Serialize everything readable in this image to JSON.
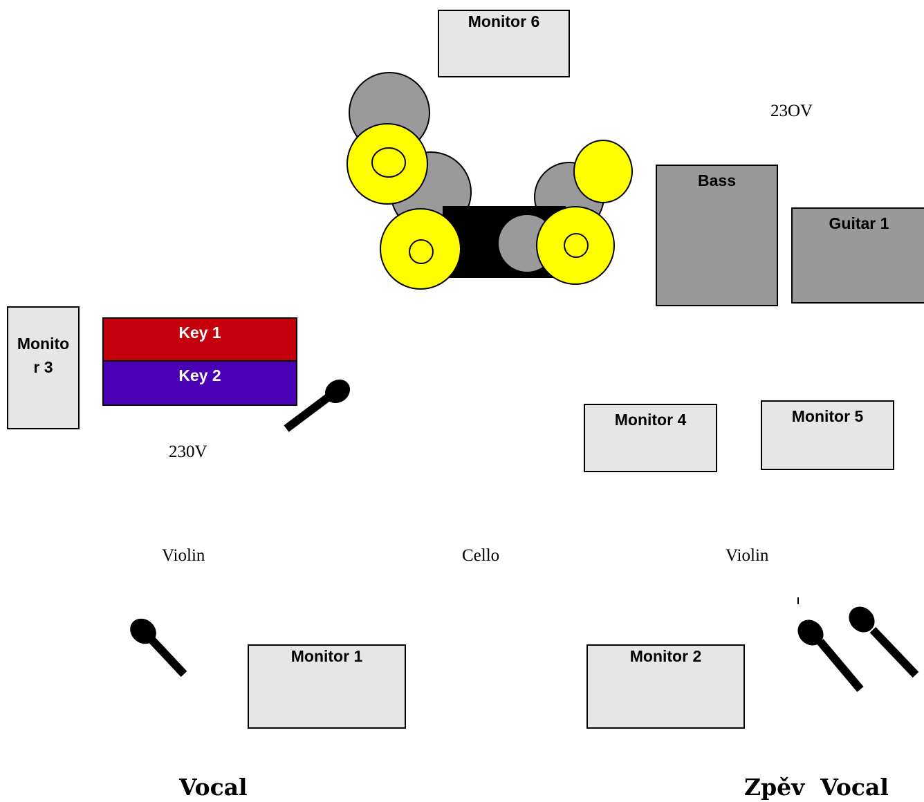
{
  "colors": {
    "monitor": "#e6e6e6",
    "amp": "#999999",
    "drum": "#9a9a9a",
    "cymbal": "#ffff00",
    "key1": "#c4000c",
    "key2": "#4a00b4"
  },
  "monitors": {
    "m1": "Monitor 1",
    "m2": "Monitor 2",
    "m3": "Monito\nr 3",
    "m4": "Monitor 4",
    "m5": "Monitor 5",
    "m6": "Monitor 6"
  },
  "amps": {
    "bass": "Bass",
    "guitar": "Guitar 1"
  },
  "keys": {
    "key1": "Key 1",
    "key2": "Key 2"
  },
  "power": {
    "left": "230V",
    "right": "23OV"
  },
  "instruments": {
    "violin_left": "Violin",
    "cello": "Cello",
    "violin_right": "Violin"
  },
  "vocals": {
    "left": "Vocal",
    "right": "Zpěv  Vocal"
  },
  "icons": [
    "drum-kit-icon",
    "cymbal-icon",
    "microphone-icon"
  ]
}
